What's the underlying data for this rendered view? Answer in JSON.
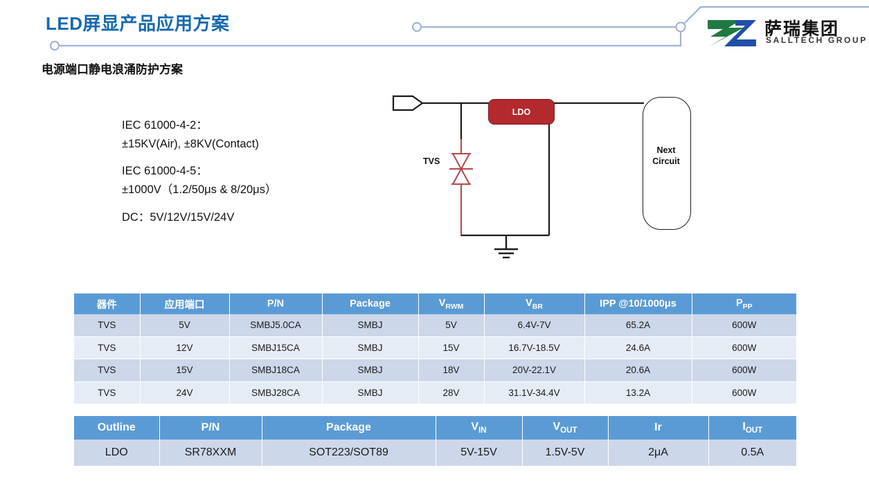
{
  "header": {
    "title": "LED屏显产品应用方案",
    "subtitle": "电源端口静电浪涌防护方案",
    "accent_color": "#1569b0",
    "deco_line_color": "#9fb4d8"
  },
  "logo": {
    "name_cn": "萨瑞集团",
    "name_en": "SALLTECH GROUP",
    "green": "#1f7a42",
    "blue": "#1f4fa8"
  },
  "specs": {
    "line1": "IEC 61000-4-2：",
    "line2": "±15KV(Air), ±8KV(Contact)",
    "line3": "IEC 61000-4-5：",
    "line4": "±1000V（1.2/50μs & 8/20μs）",
    "line5": "DC：5V/12V/15V/24V"
  },
  "circuit": {
    "tvs_label": "TVS",
    "ldo_label": "LDO",
    "next_circuit_label": "Next\nCircuit",
    "next_circuit_line1": "Next",
    "next_circuit_line2": "Circuit",
    "ldo_color": "#b22a2e",
    "tvs_color": "#b3494b",
    "wire_color": "#1a1a1a"
  },
  "table_tvs": {
    "header_color": "#5b9bd5",
    "columns": [
      "器件",
      "应用端口",
      "P/N",
      "Package",
      "VRWM",
      "VBR",
      "IPP @10/1000μs",
      "PPP"
    ],
    "columns_rich": [
      {
        "main": "器件",
        "sub": ""
      },
      {
        "main": "应用端口",
        "sub": ""
      },
      {
        "main": "P/N",
        "sub": ""
      },
      {
        "main": "Package",
        "sub": ""
      },
      {
        "main": "V",
        "sub": "RWM"
      },
      {
        "main": "V",
        "sub": "BR"
      },
      {
        "main": "IPP @10/1000μs",
        "sub": ""
      },
      {
        "main": "P",
        "sub": "PP"
      }
    ],
    "rows": [
      [
        "TVS",
        "5V",
        "SMBJ5.0CA",
        "SMBJ",
        "5V",
        "6.4V-7V",
        "65.2A",
        "600W"
      ],
      [
        "TVS",
        "12V",
        "SMBJ15CA",
        "SMBJ",
        "15V",
        "16.7V-18.5V",
        "24.6A",
        "600W"
      ],
      [
        "TVS",
        "15V",
        "SMBJ18CA",
        "SMBJ",
        "18V",
        "20V-22.1V",
        "20.6A",
        "600W"
      ],
      [
        "TVS",
        "24V",
        "SMBJ28CA",
        "SMBJ",
        "28V",
        "31.1V-34.4V",
        "13.2A",
        "600W"
      ]
    ]
  },
  "table_ldo": {
    "header_color": "#5b9bd5",
    "columns": [
      "Outline",
      "P/N",
      "Package",
      "VIN",
      "VOUT",
      "Ir",
      "IOUT"
    ],
    "columns_rich": [
      {
        "main": "Outline",
        "sub": ""
      },
      {
        "main": "P/N",
        "sub": ""
      },
      {
        "main": "Package",
        "sub": ""
      },
      {
        "main": "V",
        "sub": "IN"
      },
      {
        "main": "V",
        "sub": "OUT"
      },
      {
        "main": "Ir",
        "sub": ""
      },
      {
        "main": "I",
        "sub": "OUT"
      }
    ],
    "rows": [
      [
        "LDO",
        "SR78XXM",
        "SOT223/SOT89",
        "5V-15V",
        "1.5V-5V",
        "2μA",
        "0.5A"
      ]
    ]
  }
}
